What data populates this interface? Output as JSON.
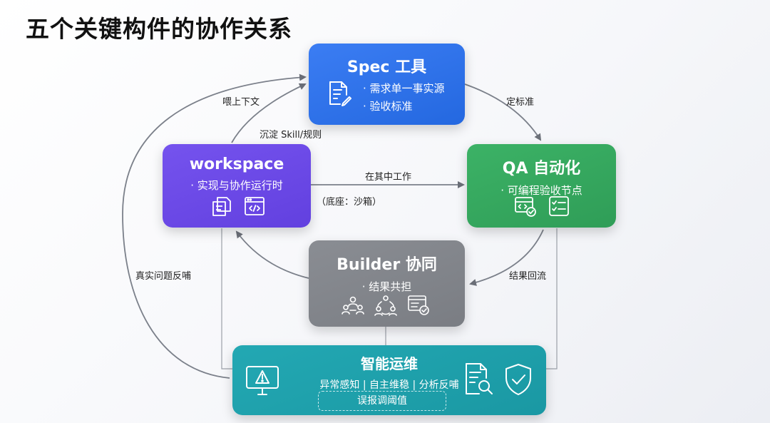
{
  "title": "五个关键构件的协作关系",
  "nodes": {
    "spec": {
      "name": "Spec 工具",
      "lines": [
        "· 需求单一事实源",
        "· 验收标准"
      ],
      "color": "#2f73ea"
    },
    "workspace": {
      "name": "workspace",
      "lines": [
        "· 实现与协作运行时"
      ],
      "color": "#6b49e6"
    },
    "qa": {
      "name": "QA 自动化",
      "lines": [
        "· 可编程验收节点"
      ],
      "color": "#35a85e"
    },
    "builder": {
      "name": "Builder 协同",
      "lines": [
        "· 结果共担"
      ],
      "color": "#83868c"
    },
    "ops": {
      "name": "智能运维",
      "lines": [
        "异常感知 | 自主维稳 | 分析反哺"
      ],
      "note": "误报调阈值",
      "color": "#1fa1ac"
    }
  },
  "edges": {
    "feed_context": "喂上下文",
    "set_standard": "定标准",
    "precipitate": "沉淀 Skill/规则",
    "work_in": "在其中工作",
    "base": "（底座：沙箱）",
    "result_return": "结果回流",
    "real_feedback": "真实问题反哺"
  },
  "icons": {
    "spec": "document-edit-icon",
    "workspace": [
      "files-icon",
      "code-window-icon"
    ],
    "qa": [
      "code-check-icon",
      "checklist-icon"
    ],
    "builder": [
      "team-icon",
      "collaboration-icon",
      "report-check-icon"
    ],
    "ops": [
      "monitor-alert-icon",
      "document-search-icon",
      "shield-check-icon"
    ]
  }
}
